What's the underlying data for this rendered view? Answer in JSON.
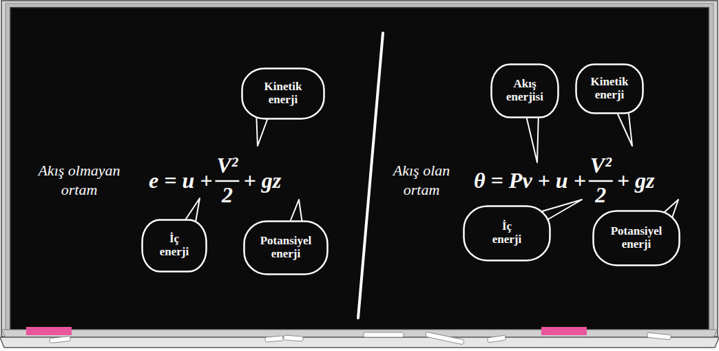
{
  "diagram": {
    "nodes": [
      {
        "text": [
          "Kinetik enerji"
        ]
      },
      {
        "text": [
          "İç enerji"
        ]
      },
      {
        "text": [
          "Potansiyel enerji"
        ]
      },
      {
        "text": [
          "Akış enerjisi"
        ]
      },
      {
        "text": [
          "Kinetik enerji"
        ]
      },
      {
        "text": [
          "İç enerji"
        ]
      },
      {
        "text": [
          "Potansiyel enerji"
        ]
      }
    ],
    "labels": [
      "Akış olmayan ortam",
      "e = u +",
      "V²",
      "2",
      "+ gz",
      "Akış olan ortam",
      "θ = Pv + u +",
      "V²",
      "2",
      "+ gz"
    ]
  }
}
